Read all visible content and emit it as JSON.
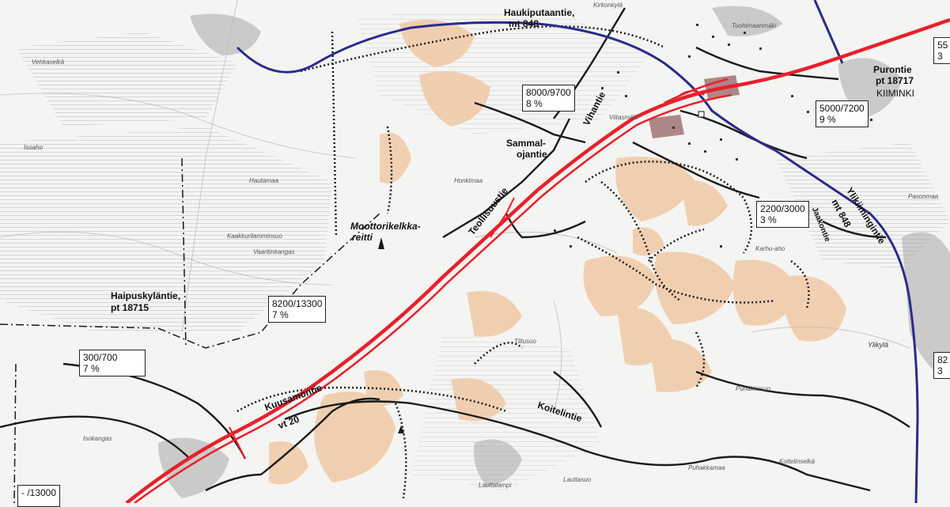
{
  "colors": {
    "motorway": "#e8202a",
    "main_road": "#2b2a8c",
    "local_road": "#1a1a1a",
    "zone": "#f0c9a6",
    "zone_dark": "#9b6b6b",
    "background": "#f4f4f2"
  },
  "roads": {
    "haukipudas": "Haukiputaantie,",
    "haukipudas_num": "mt 848",
    "purontie": "Purontie",
    "purontie_num": "pt 18717",
    "kiiminki": "KIIMINKI",
    "sammal1": "Sammal-",
    "sammal2": "ojantie",
    "teollisuustie": "Teollisuustie",
    "vihantie": "Vihantie",
    "moottori1": "Moottorikelkka-",
    "moottori2": "reitti",
    "haipus1": "Haipuskyläntie,",
    "haipus2": "pt 18715",
    "kuusamon": "Kuusamontie",
    "vt20": "vt 20",
    "koitelin": "Koitelintie",
    "ylikiimingintie": "Ylikiimingintie",
    "mt848": "mt 848",
    "jaakonlie": "Jaakontie"
  },
  "places": {
    "vehkaselka": "Vehkaselkä",
    "isoaho": "Isoaho",
    "hautamaa": "Hautamaa",
    "kaakkuri": "Kaakkurilamminsuo",
    "vaaritinkangas": "Vaaritinkangas",
    "isokangas": "Isokangas",
    "honkimaa": "Honkimaa",
    "karhu": "Karhu-aho",
    "titusuo": "Tiitusuo",
    "ylikyla": "Ylikylä",
    "puhakkasuo": "Puhakkasuo",
    "koitelinselka": "Koitelinselkä",
    "lauttalampi": "Lauttalampi",
    "lauttasuo": "Lauttasuo",
    "pasonmaa": "Pasonmaa",
    "tuohimaa": "Tuohimaanmäki",
    "kirkonkyla": "Kirkonkylä",
    "viitasmaki": "Viitasmäki",
    "puhakkamaa": "Puhakkamaa"
  },
  "traffic_boxes": [
    {
      "id": "b1",
      "line1": "8000/9700",
      "line2": "8 %"
    },
    {
      "id": "b2",
      "line1": "5000/7200",
      "line2": "9 %"
    },
    {
      "id": "b3",
      "line1": "2200/3000",
      "line2": "3 %"
    },
    {
      "id": "b4",
      "line1": "8200/13300",
      "line2": "7 %"
    },
    {
      "id": "b5",
      "line1": "300/700",
      "line2": "7 %"
    },
    {
      "id": "b6",
      "line1": "-  /13000",
      "line2": ""
    },
    {
      "id": "b7",
      "line1": "55",
      "line2": "3"
    },
    {
      "id": "b8",
      "line1": "82",
      "line2": "3"
    }
  ]
}
